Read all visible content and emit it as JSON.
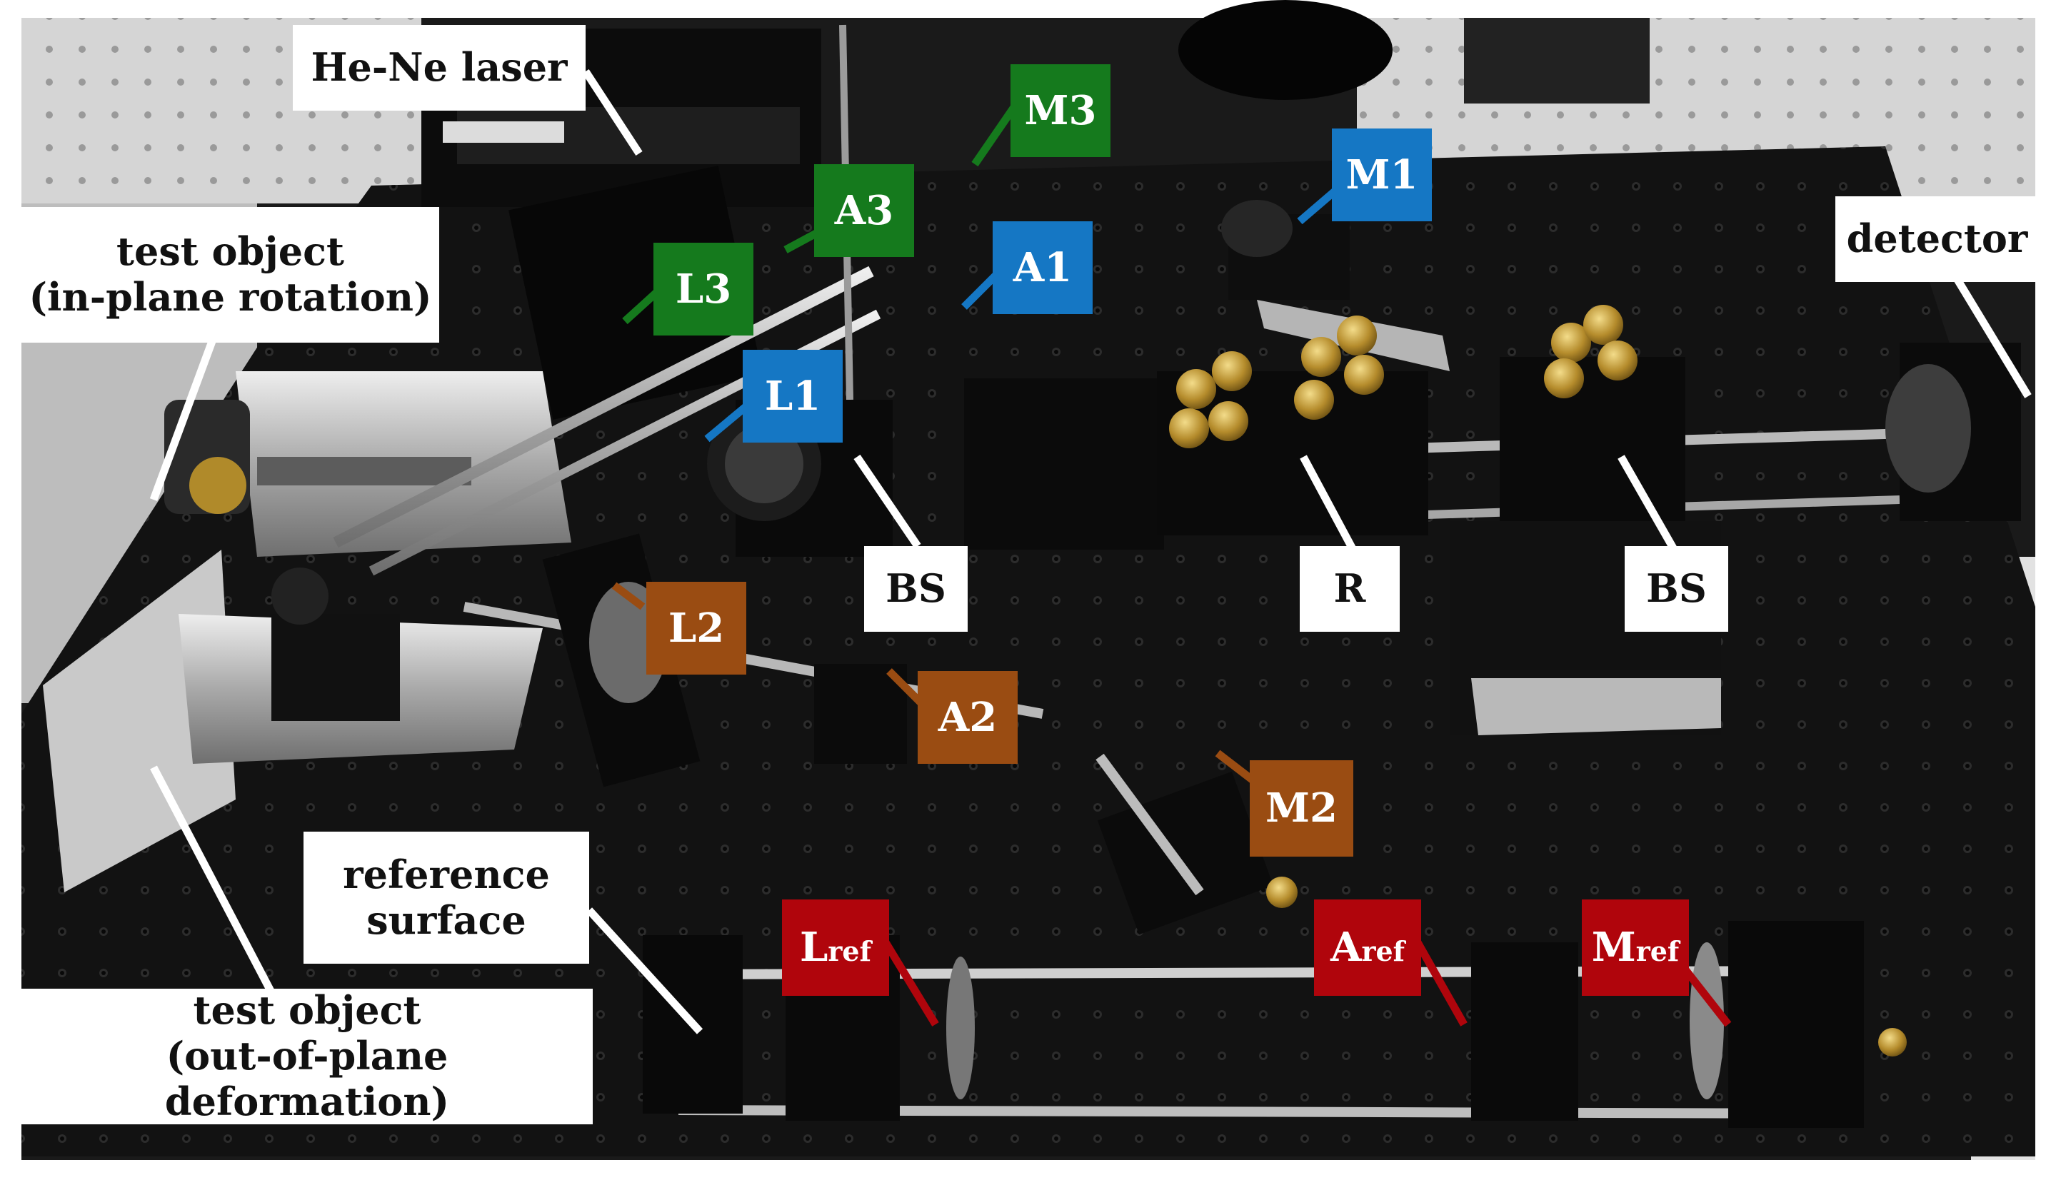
{
  "colors": {
    "green": "#157a1d",
    "blue": "#1577c4",
    "brown": "#9a4c12",
    "red": "#b0050c",
    "white_label": "#ffffff",
    "table": "#121212"
  },
  "labels": {
    "hene_laser": "He-Ne laser",
    "test_object_rotation_1": "test object",
    "test_object_rotation_2": "(in-plane rotation)",
    "detector": "detector",
    "reference_surface_1": "reference",
    "reference_surface_2": "surface",
    "test_object_deformation_1": "test object",
    "test_object_deformation_2": "(out-of-plane deformation)",
    "bs_left": "BS",
    "r": "R",
    "bs_right": "BS",
    "m3": "M3",
    "a3": "A3",
    "l3": "L3",
    "m1": "M1",
    "a1": "A1",
    "l1": "L1",
    "l2": "L2",
    "a2": "A2",
    "m2": "M2",
    "lref_main": "L",
    "aref_main": "A",
    "mref_main": "M",
    "ref_sub": "ref"
  }
}
